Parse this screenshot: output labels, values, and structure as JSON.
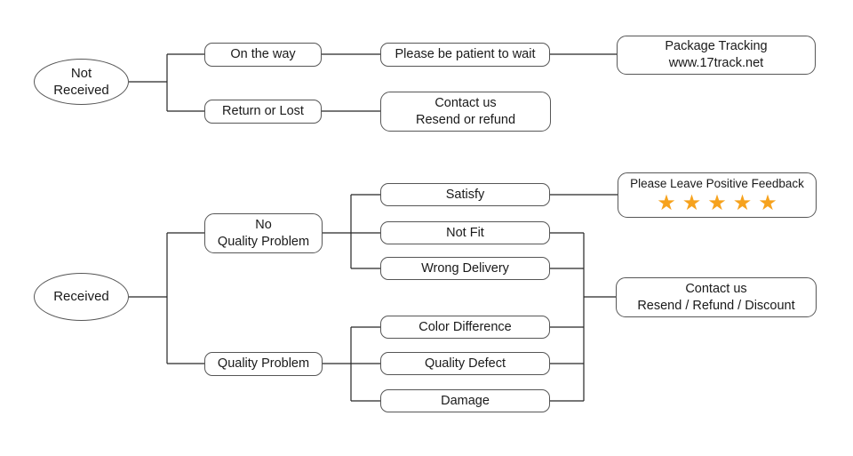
{
  "nodes": {
    "not_received": {
      "line1": "Not",
      "line2": "Received"
    },
    "on_the_way": {
      "label": "On the way"
    },
    "be_patient": {
      "label": "Please be patient to wait"
    },
    "package_tracking": {
      "line1": "Package Tracking",
      "line2": "www.17track.net"
    },
    "return_or_lost": {
      "label": "Return or Lost"
    },
    "contact_resend_refund": {
      "line1": "Contact us",
      "line2": "Resend or refund"
    },
    "received": {
      "label": "Received"
    },
    "no_quality_problem": {
      "line1": "No",
      "line2": "Quality Problem"
    },
    "quality_problem": {
      "label": "Quality Problem"
    },
    "satisfy": {
      "label": "Satisfy"
    },
    "not_fit": {
      "label": "Not Fit"
    },
    "wrong_delivery": {
      "label": "Wrong Delivery"
    },
    "color_difference": {
      "label": "Color Difference"
    },
    "quality_defect": {
      "label": "Quality Defect"
    },
    "damage": {
      "label": "Damage"
    },
    "positive_feedback": {
      "label": "Please Leave Positive Feedback",
      "star_glyph": "★",
      "star_count": 5,
      "star_color": "#F6A21D"
    },
    "contact_discount": {
      "line1": "Contact us",
      "line2": "Resend / Refund / Discount"
    }
  },
  "colors": {
    "background": "#ffffff",
    "connector_line": "#262626",
    "node_border": "#565656",
    "text": "#1a1a1a",
    "star": "#F6A21D"
  }
}
